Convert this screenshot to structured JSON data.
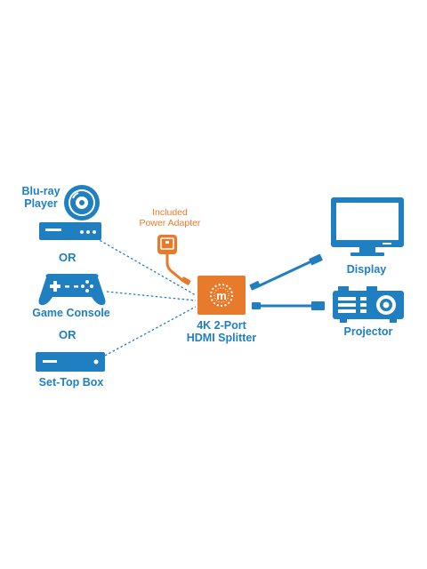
{
  "colors": {
    "blue": "#1f7fc1",
    "orange": "#e87a2c",
    "white": "#ffffff"
  },
  "sources": {
    "bluray_label_line1": "Blu-ray",
    "bluray_label_line2": "Player",
    "or_1": "OR",
    "game_console_label": "Game Console",
    "or_2": "OR",
    "settop_label": "Set-Top Box"
  },
  "power": {
    "line1": "Included",
    "line2": "Power Adapter"
  },
  "splitter": {
    "line1": "4K 2-Port",
    "line2": "HDMI Splitter",
    "logo_letter": "m"
  },
  "outputs": {
    "display_label": "Display",
    "projector_label": "Projector"
  },
  "icons": [
    "disc-icon",
    "bluray-player-icon",
    "gamepad-icon",
    "set-top-box-icon",
    "power-adapter-icon",
    "splitter-logo-icon",
    "monitor-icon",
    "projector-icon"
  ]
}
